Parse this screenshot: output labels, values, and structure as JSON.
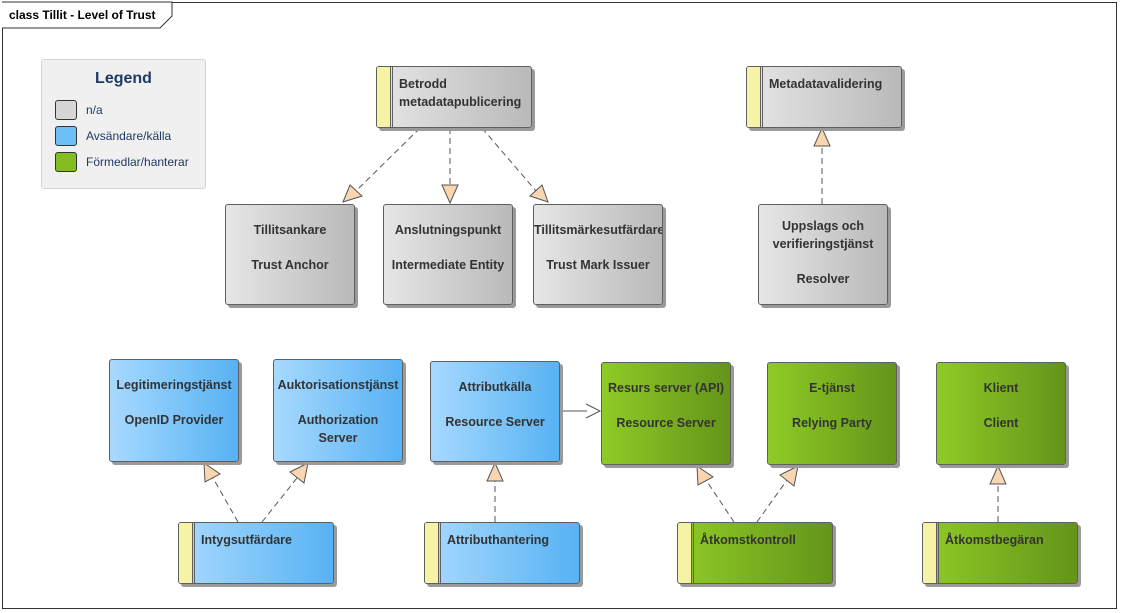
{
  "frame": {
    "title": "class Tillit - Level of Trust"
  },
  "legend": {
    "title": "Legend",
    "items": [
      {
        "label": "n/a",
        "color": "#d6d6d6"
      },
      {
        "label": "Avsändare/källa",
        "color": "#6fc0f6"
      },
      {
        "label": "Förmedlar/hanterar",
        "color": "#84bd22"
      }
    ]
  },
  "components": {
    "betrodd": {
      "line1": "Betrodd",
      "line2": "metadatapublicering"
    },
    "metadatavalidering": {
      "line1": "Metadatavalidering"
    },
    "intygsutfardare": {
      "line1": "Intygsutfärdare"
    },
    "attributhantering": {
      "line1": "Attributhantering"
    },
    "atkomstkontroll": {
      "line1": "Åtkomstkontroll"
    },
    "atkomstbegaran": {
      "line1": "Åtkomstbegäran"
    }
  },
  "nodes": {
    "tillitsankare": {
      "line1": "Tillitsankare",
      "line2": "Trust Anchor"
    },
    "anslutningspunkt": {
      "line1": "Anslutningspunkt",
      "line2": "Intermediate Entity"
    },
    "tillitsmarke": {
      "line1": "Tillitsmärkesutfärdare",
      "line2": "Trust Mark Issuer"
    },
    "uppslags": {
      "line1": "Uppslags och",
      "line1b": "verifieringstjänst",
      "line2": "Resolver"
    },
    "legitimering": {
      "line1": "Legitimeringstjänst",
      "line2": "OpenID Provider"
    },
    "auktorisation": {
      "line1": "Auktorisationstjänst",
      "line2": "Authorization",
      "line2b": "Server"
    },
    "attributkalla": {
      "line1": "Attributkälla",
      "line2": "Resource Server"
    },
    "resurs": {
      "line1": "Resurs server (API)",
      "line2": "Resource Server"
    },
    "etjanst": {
      "line1": "E-tjänst",
      "line2": "Relying Party"
    },
    "klient": {
      "line1": "Klient",
      "line2": "Client"
    }
  }
}
